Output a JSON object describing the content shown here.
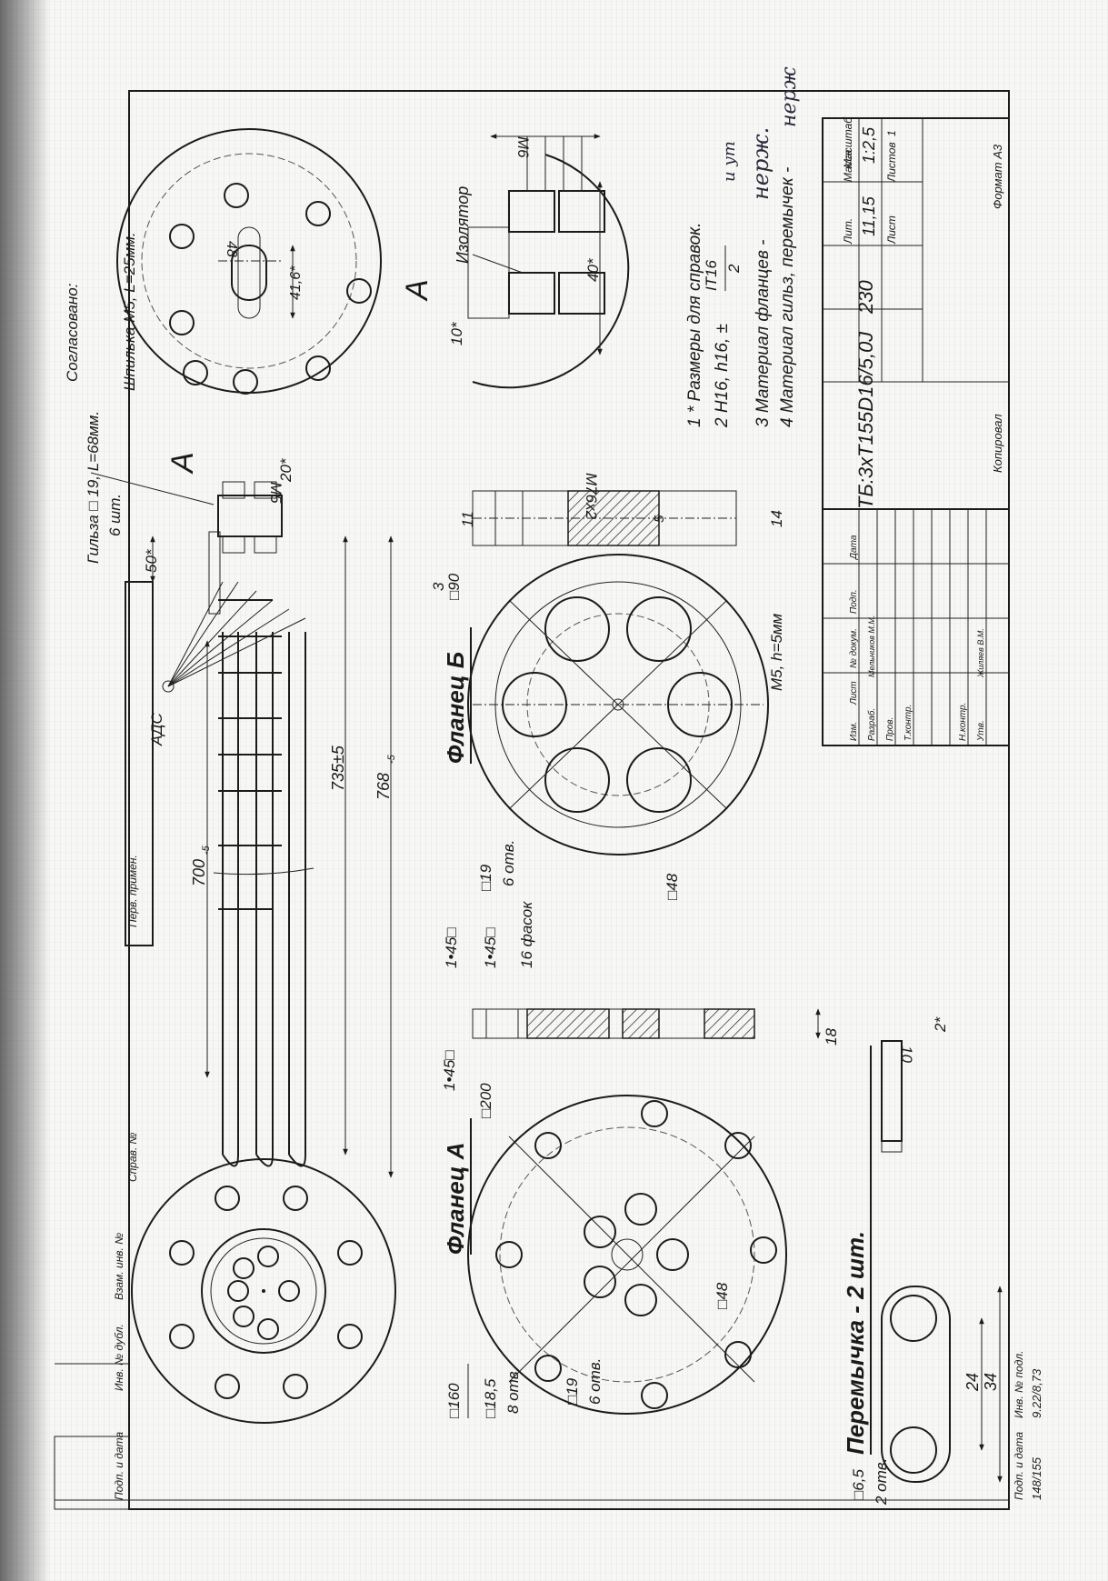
{
  "approval": {
    "agreed": "Согласовано:",
    "sleeve": "Гильза □ 19, L=68мм.",
    "stud": "Шпилька М5, L=25мм.",
    "qty6": "6 шт."
  },
  "side_view": {
    "ads": "АДС",
    "dim_50": "50*",
    "dim_20": "20*",
    "m5": "М5",
    "view_a": "А",
    "dim_700": "700",
    "sub_700": "-5",
    "dim_735": "735±5",
    "dim_768": "768",
    "sub_768": "-5"
  },
  "top_flange_view": {
    "dim_48": "48",
    "dim_41_6": "41,6*"
  },
  "detail_a": {
    "title": "А",
    "insulator": "Изолятор",
    "m6": "М6",
    "dim_40": "40*",
    "dim_10": "10*"
  },
  "notes": [
    "1 * Размеры для справок.",
    "2 Н16, h16, ±",
    "3 Материал фланцев -",
    "4 Материал гильз, перемычек -"
  ],
  "tolerance": {
    "num": "IT16",
    "den": "2"
  },
  "handwritten": {
    "nerzh1": "нерж.",
    "nerzh2": "нерж",
    "scribble": "и ут"
  },
  "flange_b": {
    "title": "Фланец Б",
    "dim_90": "□90",
    "dim_3": "3",
    "dim_11": "11",
    "m76": "М76х2",
    "dim_5": "5",
    "dim_14": "14",
    "m5h": "М5, h=5мм",
    "holes_19": "□19",
    "holes_6": "6 отв.",
    "dim_48": "□48"
  },
  "flange_a_section": {
    "chamfer1": "1•45□",
    "chamfer2": "1•45□",
    "chamfer3": "1•45□",
    "chamfers": "16 фасок",
    "dim_18": "18"
  },
  "flange_a": {
    "title": "Фланец А",
    "dim_200": "□200",
    "dim_160": "□160",
    "dim_18_5": "□18,5",
    "holes_8": "8 отв.",
    "holes_19": "□19",
    "holes_6": "6 отв.",
    "dim_48": "□48"
  },
  "jumper": {
    "title": "Перемычка - 2 шт.",
    "dim_10": "10",
    "dim_2": "2*",
    "hole": "□6,5",
    "holes_2": "2 отв.",
    "dim_24": "24",
    "dim_34": "34"
  },
  "title_block": {
    "designation": "ТБ:3хТ155D16/5,0J",
    "voltage": "230",
    "lit": "Лит.",
    "mass": "Масса",
    "scale": "Масштаб",
    "mass_val": "11,15",
    "scale_val": "1:2,5",
    "sheet": "Лист",
    "sheets": "Листов",
    "sheets_val": "1",
    "format": "Формат А3",
    "copied": "Копировал",
    "rows": [
      "Изм.",
      "Лист",
      "№ докум.",
      "Подп.",
      "Дата"
    ],
    "razrab": "Разраб.",
    "razrab_name": "Мельников М.М.",
    "prov": "Пров.",
    "tkontr": "Т.контр.",
    "nkontr": "Н.контр.",
    "utv": "Утв.",
    "utv_name": "Жиляев В.М."
  },
  "left_strip": {
    "perv": "Перв. примен.",
    "sprav": "Справ. №",
    "podp_data1": "Подп. и дата",
    "inv_dubl": "Инв. № дубл.",
    "vzam": "Взам. инв. №",
    "podp_data2": "Подп. и дата",
    "inv_podl": "Инв. № подл.",
    "code1": "148/155",
    "code2": "9.22/8,73"
  }
}
